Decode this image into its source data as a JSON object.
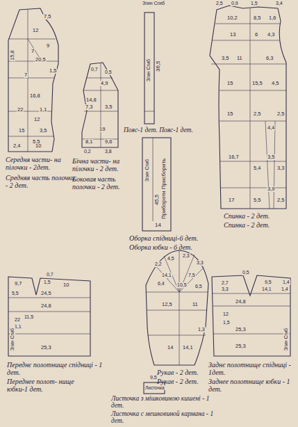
{
  "diagram": {
    "labels": [
      "Середня части- на пілочки - 2дет.",
      "Средняя часть полочки - 2 дет.",
      "Бічна части- на пілочки - 2 дет.",
      "Боковая часть полочки - 2 дет.",
      "Згин Сгиб",
      "Згин Сгиб",
      "36,5",
      "Пояс-1 дет. Пояс-1 дет.",
      "Згин Сгиб",
      "45,5",
      "Прибороти Присборить",
      "14",
      "Оборка спідниці-6 дет.",
      "Оборка юбки - 6 дет.",
      "Спинка - 2 дет.",
      "Спинка - 2 дет.",
      "Рукав - 2 дет.",
      "Рукав - 2 дет.",
      "Переднє полотнище спідниці - 1 дет.",
      "Переднее полот- нище юбки-1 дет.",
      "Заднє полотнище спідниці - 1дет.",
      "Заднее полотнище юбки - 1 дет.",
      "Листочка",
      "9,5",
      "Листочка з мішковиною кишені - 1 дет.",
      "Листочка с мешковиной кармана - 1 дет.",
      "15,8",
      "7,5",
      "12",
      "9",
      "7",
      "20,5",
      "1,5",
      "7",
      "16,8",
      "22",
      "1,1",
      "12",
      "15",
      "3,5",
      "5,5",
      "2,4",
      "10",
      "0,7",
      "0,5",
      "4,9",
      "14,8",
      "7,3",
      "3,5",
      "19",
      "8,1",
      "9,6",
      "0,2",
      "3,8",
      "2,5",
      "0,9",
      "1,5",
      "3,4",
      "10,2",
      "8,5",
      "1,6",
      "13",
      "6",
      "4,3",
      "3,5",
      "11",
      "6,3",
      "15",
      "15,5",
      "4,5",
      "15",
      "2,5",
      "4,4",
      "2,5",
      "16,7",
      "5,4",
      "3,5",
      "3,3",
      "17",
      "5,5",
      "3,9",
      "2,5",
      "2,2",
      "4,5",
      "2,3",
      "3,3",
      "14,1",
      "7,5",
      "6,4",
      "10,5",
      "12,5",
      "11",
      "14",
      "14,1",
      "1,3",
      "6,5",
      "9,7",
      "1,5",
      "10",
      "0,7",
      "24,5",
      "24,8",
      "5,5",
      "22",
      "1,1",
      "11,5",
      "Згин Сгиб",
      "25,3",
      "2,7",
      "0,5",
      "9,5",
      "1,4",
      "3,3",
      "14,1",
      "24,8",
      "1,4",
      "25,3",
      "12",
      "1,5",
      "Згин Сгиб",
      "25,3"
    ]
  }
}
